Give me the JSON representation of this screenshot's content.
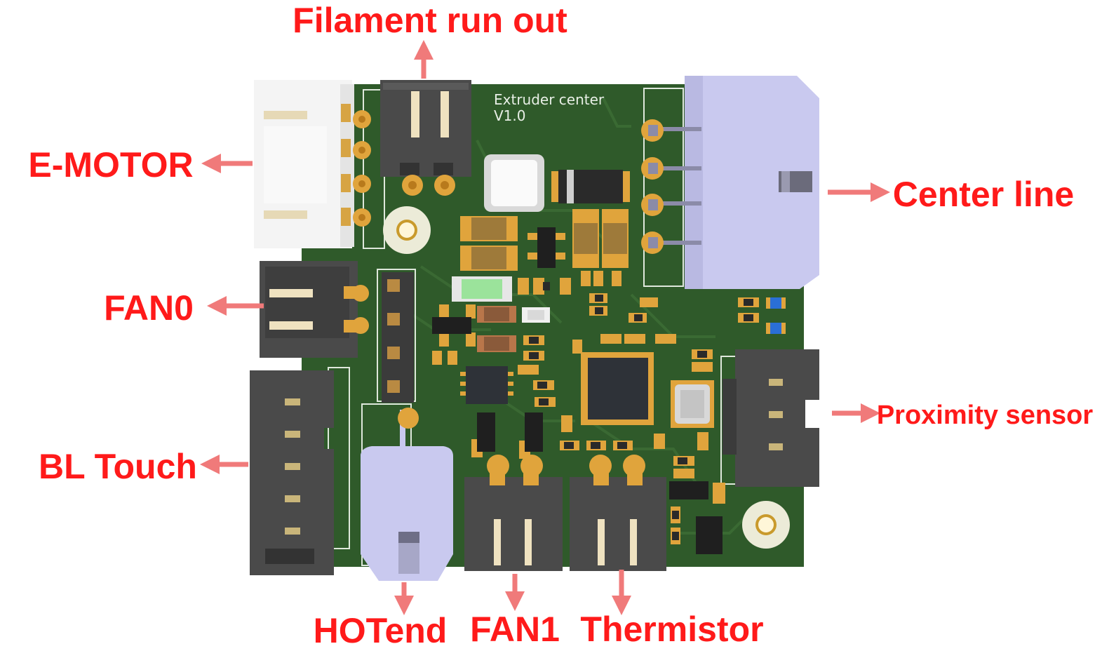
{
  "board": {
    "silk_title": "Extruder center",
    "silk_version": "V1.0"
  },
  "labels": {
    "filament": "Filament run out",
    "emotor": "E-MOTOR",
    "fan0": "FAN0",
    "bltouch": "BL Touch",
    "center": "Center line",
    "proximity": "Proximity sensor",
    "hotend": "HOTend",
    "fan1": "FAN1",
    "thermistor": "Thermistor"
  },
  "colors": {
    "label_text": "#ff1a1a",
    "arrow": "#f07a7a",
    "pcb": "#2f5a2a",
    "pcb_trace": "#3c6b34",
    "pad": "#e0a43c",
    "connector_white": "#f4f4f4",
    "connector_dark": "#4a4a4a",
    "connector_lavender": "#c9c9ef",
    "chip": "#2e3238"
  }
}
